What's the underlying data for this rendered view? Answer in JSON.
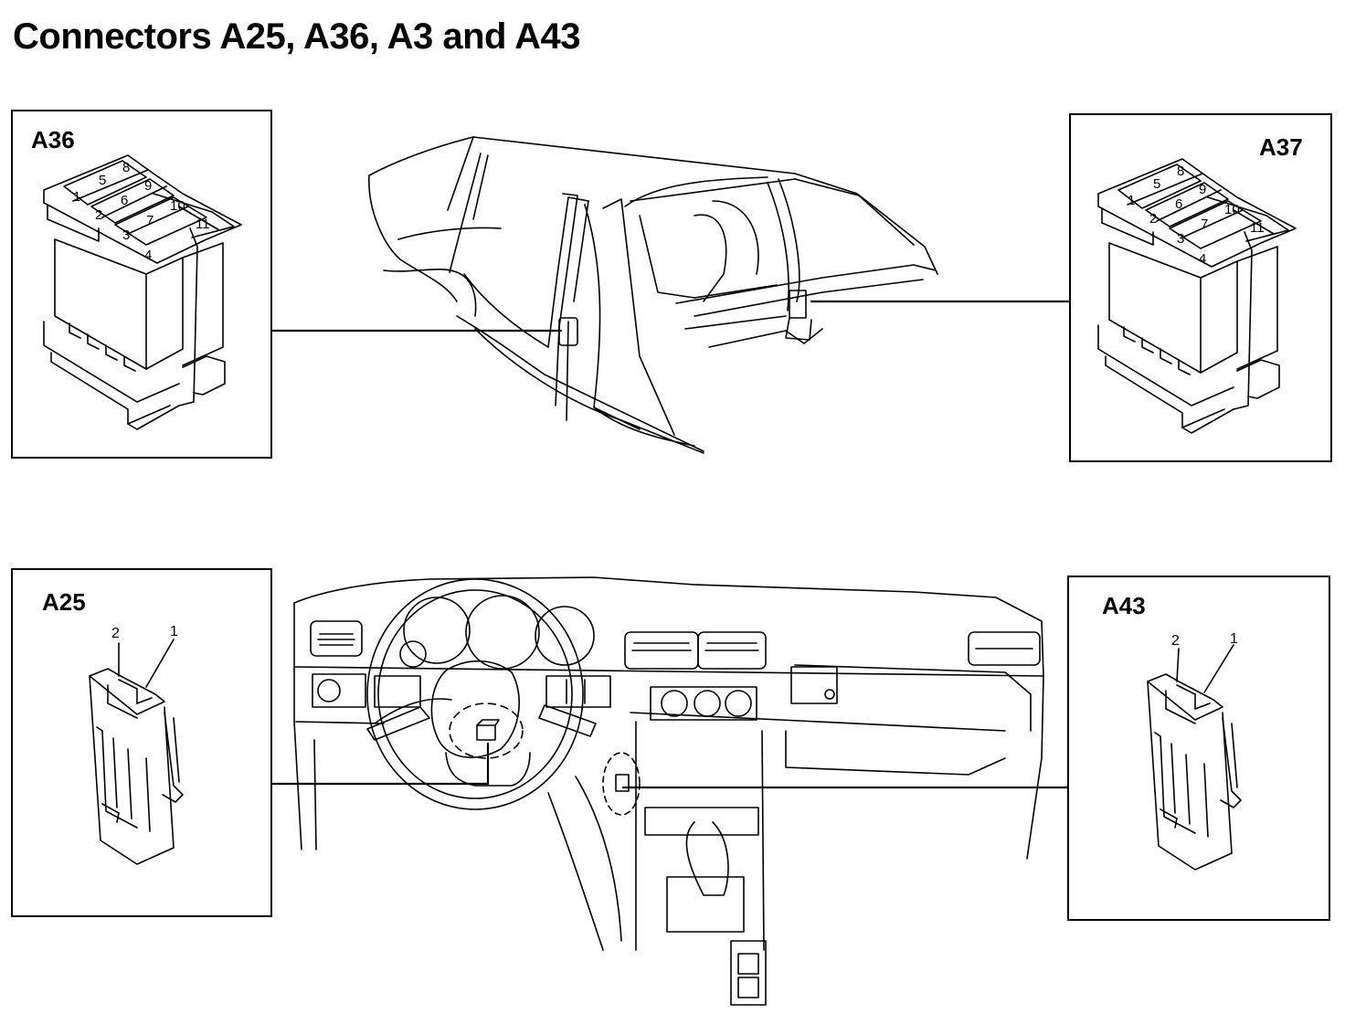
{
  "title": "Connectors A25, A36, A3 and A43",
  "panels": {
    "top_left": {
      "label": "A36",
      "pins": [
        "1",
        "2",
        "3",
        "4",
        "5",
        "6",
        "7",
        "8",
        "9",
        "10",
        "11"
      ]
    },
    "top_right": {
      "label": "A37",
      "pins": [
        "1",
        "2",
        "3",
        "4",
        "5",
        "6",
        "7",
        "8",
        "9",
        "10",
        "11"
      ]
    },
    "bottom_left": {
      "label": "A25",
      "pins": [
        "2",
        "1"
      ]
    },
    "bottom_right": {
      "label": "A43",
      "pins": [
        "2",
        "1"
      ]
    }
  }
}
